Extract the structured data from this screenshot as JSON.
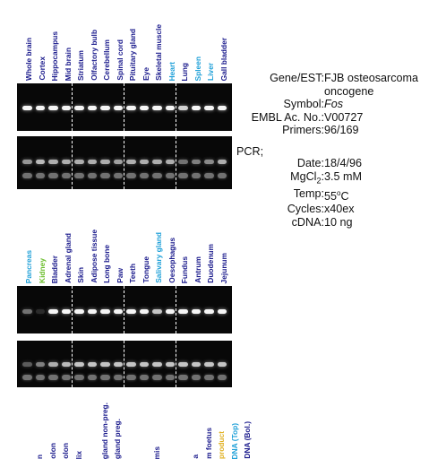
{
  "colors": {
    "navy": "#1a1a8c",
    "cyan": "#1fa0d8",
    "green": "#6abd2a",
    "yellow": "#e0b020"
  },
  "panel_top": {
    "lanes": [
      {
        "label": "Whole brain",
        "color": "navy"
      },
      {
        "label": "Cortex",
        "color": "navy"
      },
      {
        "label": "Hippocampus",
        "color": "navy"
      },
      {
        "label": "Mid brain",
        "color": "navy"
      },
      {
        "label": "Striatum",
        "color": "navy"
      },
      {
        "label": "Olfactory bulb",
        "color": "navy"
      },
      {
        "label": "Cerebellum",
        "color": "navy"
      },
      {
        "label": "Spinal cord",
        "color": "navy"
      },
      {
        "label": "Pituitary gland",
        "color": "navy"
      },
      {
        "label": "Eye",
        "color": "navy"
      },
      {
        "label": "Skeletal muscle",
        "color": "navy"
      },
      {
        "label": "Heart",
        "color": "cyan"
      },
      {
        "label": "Lung",
        "color": "navy"
      },
      {
        "label": "Spleen",
        "color": "cyan"
      },
      {
        "label": "Liver",
        "color": "cyan"
      },
      {
        "label": "Gall bladder",
        "color": "navy"
      }
    ],
    "gel1": [
      1,
      1,
      1,
      1,
      1,
      1,
      1,
      1,
      1,
      1,
      1,
      1,
      0.85,
      1,
      1,
      1
    ],
    "gel2": [
      0.6,
      0.75,
      0.7,
      0.7,
      0.7,
      0.7,
      0.7,
      0.65,
      0.7,
      0.7,
      0.7,
      0.7,
      0.45,
      0.5,
      0.55,
      0.7
    ]
  },
  "panel_bottom": {
    "lanes": [
      {
        "label": "Pancreas",
        "color": "cyan"
      },
      {
        "label": "Kidney",
        "color": "green"
      },
      {
        "label": "Bladder",
        "color": "navy"
      },
      {
        "label": "Adrenal gland",
        "color": "navy"
      },
      {
        "label": "Skin",
        "color": "navy"
      },
      {
        "label": "Adipose tissue",
        "color": "navy"
      },
      {
        "label": "Long bone",
        "color": "navy"
      },
      {
        "label": "Paw",
        "color": "navy"
      },
      {
        "label": "Teeth",
        "color": "navy"
      },
      {
        "label": "Tongue",
        "color": "navy"
      },
      {
        "label": "Salivary gland",
        "color": "cyan"
      },
      {
        "label": "Oesophagus",
        "color": "navy"
      },
      {
        "label": "Fundus",
        "color": "navy"
      },
      {
        "label": "Antrum",
        "color": "navy"
      },
      {
        "label": "Duodenum",
        "color": "navy"
      },
      {
        "label": "Jejunum",
        "color": "navy"
      }
    ],
    "gel1": [
      0.45,
      0.15,
      1,
      1,
      1,
      1,
      1,
      1,
      1,
      1,
      0.8,
      1,
      1,
      1,
      1,
      1
    ],
    "gel2": [
      0.35,
      0.5,
      0.7,
      0.75,
      0.8,
      0.8,
      0.8,
      0.8,
      0.8,
      0.8,
      0.8,
      0.8,
      0.8,
      0.8,
      0.8,
      0.8
    ]
  },
  "panel_third": {
    "lanes": [
      {
        "label": "n",
        "color": "navy"
      },
      {
        "label": "olon",
        "color": "navy"
      },
      {
        "label": "olon",
        "color": "navy"
      },
      {
        "label": "lix",
        "color": "navy"
      },
      {
        "label": "",
        "color": "navy"
      },
      {
        "label": "gland non-preg.",
        "color": "navy"
      },
      {
        "label": "gland preg.",
        "color": "navy"
      },
      {
        "label": "",
        "color": "navy"
      },
      {
        "label": "",
        "color": "navy"
      },
      {
        "label": "mis",
        "color": "navy"
      },
      {
        "label": "",
        "color": "navy"
      },
      {
        "label": "",
        "color": "navy"
      },
      {
        "label": "a",
        "color": "navy"
      },
      {
        "label": "m foetus",
        "color": "navy"
      },
      {
        "label": "product",
        "color": "yellow"
      },
      {
        "label": "DNA (Top)",
        "color": "cyan"
      },
      {
        "label": "DNA (Bol.)",
        "color": "navy"
      }
    ]
  },
  "info": {
    "gene_key": "Gene/EST:",
    "gene_val1": "FJB osteosarcoma",
    "gene_val2": "oncogene",
    "symbol_key": "Symbol:",
    "symbol_val": "Fos",
    "embl_key": "EMBL Ac. No.:",
    "embl_val": "V00727",
    "primers_key": "Primers:",
    "primers_val": "96/169",
    "pcr_label": "PCR;",
    "date_key": "Date:",
    "date_val": "18/4/96",
    "mgcl_key_pre": "MgCl",
    "mgcl_sub": "2",
    "mgcl_key_post": ":",
    "mgcl_val": "3.5 mM",
    "temp_key": "Temp:",
    "temp_val_num": "55",
    "temp_val_sup": "o",
    "temp_val_unit": "C",
    "cycles_key": "Cycles:",
    "cycles_val": "x40ex",
    "cdna_key": "cDNA:",
    "cdna_val": "10 ng"
  }
}
